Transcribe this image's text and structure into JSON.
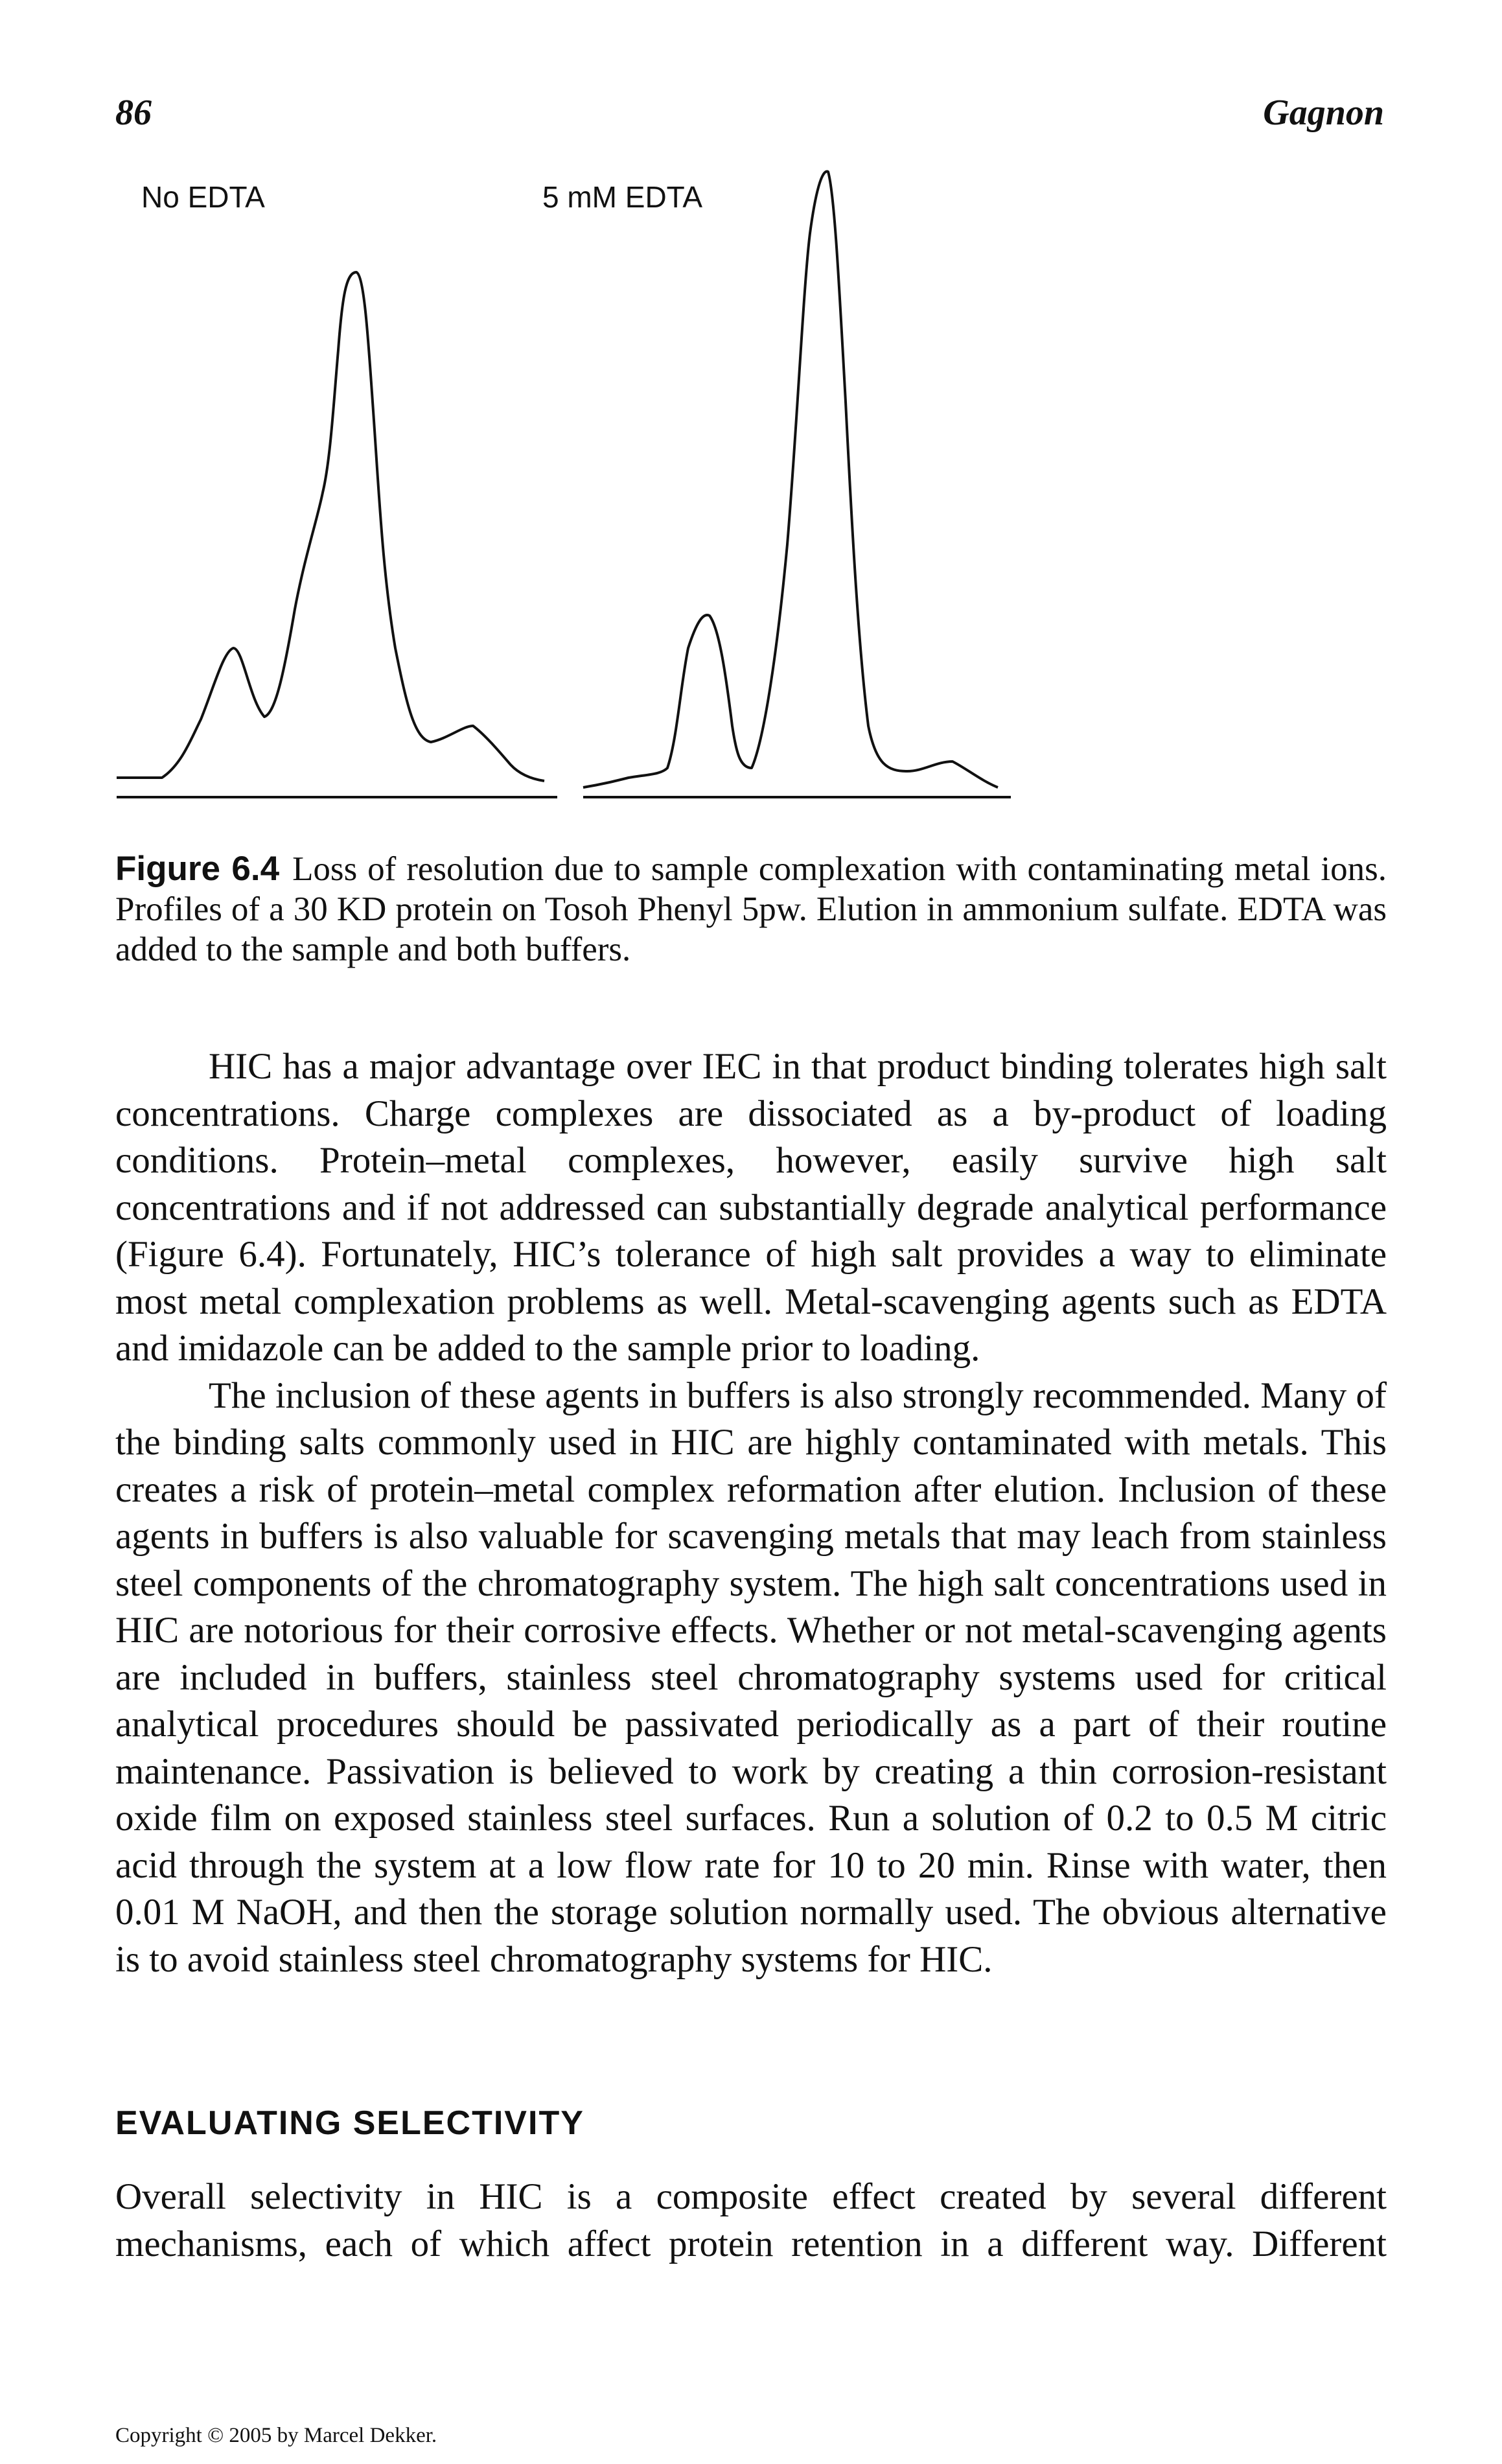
{
  "header": {
    "page_number": "86",
    "author": "Gagnon"
  },
  "figure": {
    "panel_left_label": "No EDTA",
    "panel_right_label": "5 mM EDTA",
    "caption_label": "Figure 6.4",
    "caption_text": "Loss of resolution due to sample complexation with contaminating metal ions. Profiles of a 30 KD protein on Tosoh Phenyl 5pw. Elution in ammonium sulfate. EDTA was added to the sample and both buffers."
  },
  "body": {
    "paragraphs": [
      "HIC has a major advantage over IEC in that product binding tolerates high salt concentrations. Charge complexes are dissociated as a by-product of loading conditions. Protein–metal complexes, however, easily survive high salt concentrations and if not addressed can substantially degrade analytical performance (Figure 6.4). Fortunately, HIC’s tolerance of high salt provides a way to eliminate most metal complexation problems as well. Metal-scavenging agents such as EDTA and imidazole can be added to the sample prior to loading.",
      "The inclusion of these agents in buffers is also strongly recommended. Many of the binding salts commonly used in HIC are highly contaminated with metals. This creates a risk of protein–metal complex reformation after elution. Inclusion of these agents in buffers is also valuable for scavenging metals that may leach from stainless steel components of the chromatography system. The high salt concentrations used in HIC are notorious for their corrosive effects. Whether or not metal-scavenging agents are included in buffers, stainless steel chromatography systems used for critical analytical procedures should be passivated periodically as a part of their routine maintenance. Passivation is believed to work by creating a thin corrosion-resistant oxide film on exposed stainless steel surfaces. Run a solution of 0.2 to 0.5 M citric acid through the system at a low flow rate for 10 to 20 min. Rinse with water, then 0.01 M NaOH, and then the storage solution normally used. The obvious alternative is to avoid stainless steel chromatography systems for HIC."
    ]
  },
  "section": {
    "heading": "EVALUATING SELECTIVITY",
    "paragraph": "Overall selectivity in HIC is a composite effect created by several different mechanisms, each of which affect protein retention in a different way. Different"
  },
  "footer": {
    "copyright": "Copyright © 2005 by Marcel Dekker."
  }
}
